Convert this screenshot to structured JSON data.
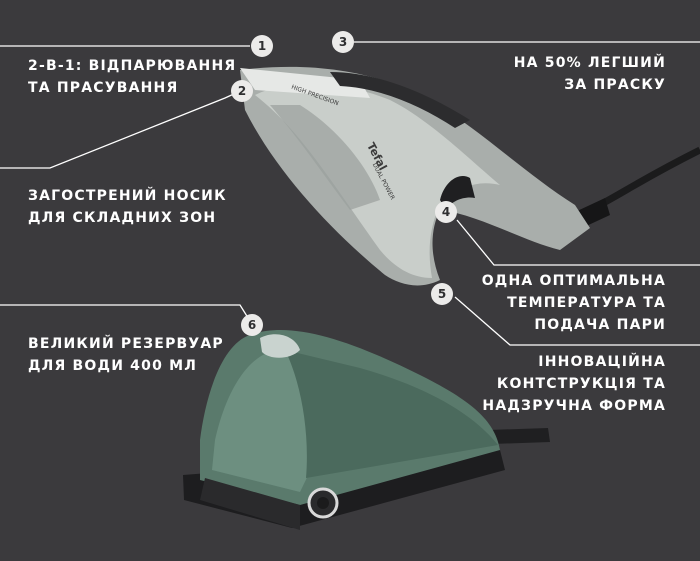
{
  "callouts": [
    {
      "num": "1",
      "lines": [
        "2-В-1: ВІДПАРЮВАННЯ",
        "ТА ПРАСУВАННЯ"
      ]
    },
    {
      "num": "2",
      "lines": [
        "ЗАГОСТРЕНИЙ НОСИК",
        "ДЛЯ СКЛАДНИХ ЗОН"
      ]
    },
    {
      "num": "3",
      "lines": [
        "НА 50% ЛЕГШИЙ",
        "ЗА ПРАСКУ"
      ]
    },
    {
      "num": "4",
      "lines": [
        "ОДНА ОПТИМАЛЬНА",
        "ТЕМПЕРАТУРА ТА",
        "ПОДАЧА ПАРИ"
      ]
    },
    {
      "num": "5",
      "lines": [
        "ІННОВАЦІЙНА",
        "КОНТСТРУКЦІЯ ТА",
        "НАДЗРУЧНА ФОРМА"
      ]
    },
    {
      "num": "6",
      "lines": [
        "ВЕЛИКИЙ РЕЗЕРВУАР",
        "ДЛЯ ВОДИ 400 МЛ"
      ]
    }
  ],
  "product": {
    "brand": "Tefal",
    "model": "DUAL POWER",
    "precision": "HIGH PRECISION"
  },
  "colors": {
    "background": "#3b3a3d",
    "text": "#ffffff",
    "badge": "#ecebea",
    "leader_line": "#ffffff"
  }
}
